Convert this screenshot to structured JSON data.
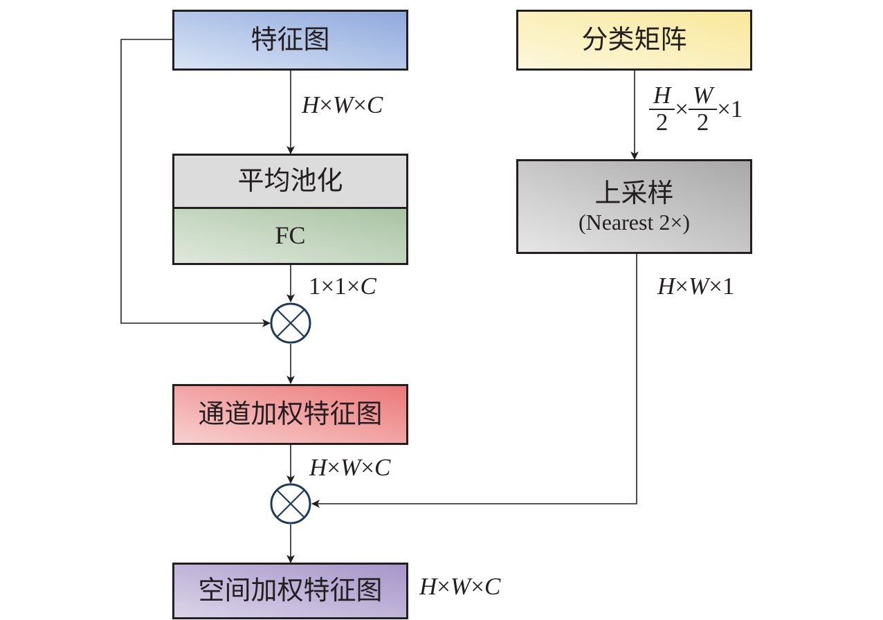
{
  "boxes": {
    "feature_map": "特征图",
    "avg_pool": "平均池化",
    "fc": "FC",
    "channel_weighted": "通道加权特征图",
    "spatial_weighted": "空间加权特征图",
    "class_matrix": "分类矩阵",
    "upsample": "上采样",
    "upsample_sub": "(Nearest 2×)"
  },
  "labels": {
    "feat_dims": {
      "a": "H",
      "x1": "×",
      "b": "W",
      "x2": "×",
      "c": "C"
    },
    "fc_dims": {
      "a": "1×1×",
      "c": "C"
    },
    "channel_dims": {
      "a": "H",
      "x1": "×",
      "b": "W",
      "x2": "×",
      "c": "C"
    },
    "spatial_dims": {
      "a": "H",
      "x1": "×",
      "b": "W",
      "x2": "×",
      "c": "C"
    },
    "class_dims": {
      "h_num": "H",
      "h_den": "2",
      "times1": "×",
      "w_num": "W",
      "w_den": "2",
      "tail": "×1"
    },
    "up_dims": {
      "a": "H",
      "x1": "×",
      "b": "W",
      "tail": "×1"
    }
  },
  "operators": {
    "multiply_symbol": "⊗"
  },
  "colors": {
    "feature_map": [
      "#d9e4f5",
      "#8fa9dc"
    ],
    "avg_pool": [
      "#dcdcdc",
      "#dcdcdc"
    ],
    "fc": [
      "#dfe8dc",
      "#a9c3a3"
    ],
    "channel_weighted": [
      "#f8d0d0",
      "#ec7878"
    ],
    "spatial_weighted": [
      "#dad4e8",
      "#a795c9"
    ],
    "class_matrix": [
      "#fdf7dc",
      "#f8e89a"
    ],
    "upsample": [
      "#e6e6e6",
      "#a8a8a8"
    ],
    "operator_stroke": "#1e3a5a",
    "line": "#231f20"
  }
}
